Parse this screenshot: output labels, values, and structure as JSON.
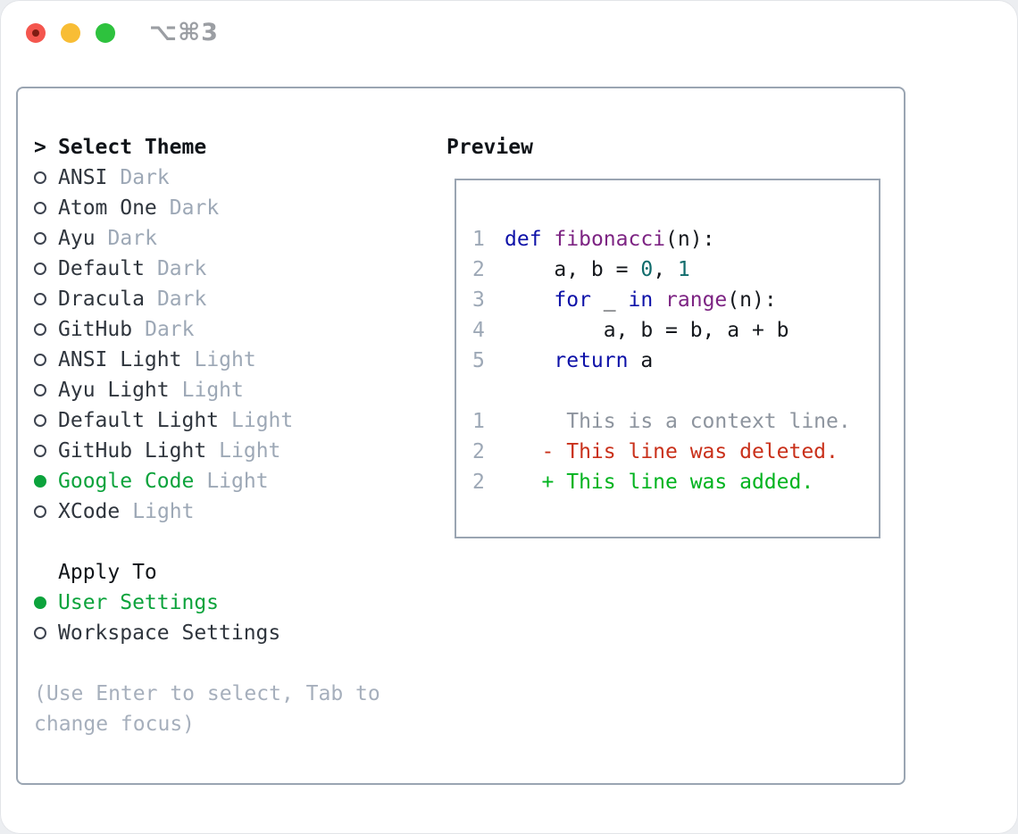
{
  "window": {
    "shortcut": "⌥⌘3"
  },
  "colors": {
    "accent": "#0ca33c",
    "border": "#9aa5b2",
    "text": "#2f353d",
    "muted": "#9da8b6",
    "help": "#a6afbc",
    "kwd": "#0e12a8",
    "typ": "#7d2483",
    "lit": "#116c6c",
    "pln": "#15181d",
    "ctx": "#8d949e",
    "del": "#c9301a",
    "add": "#00b31e",
    "tl-red": "#f4564e",
    "tl-red-dot": "#7f1c12",
    "tl-yellow": "#f8bd35",
    "tl-green": "#2ec23e"
  },
  "theme_panel": {
    "cursor": ">",
    "title": "Select Theme",
    "themes": [
      {
        "name": "ANSI",
        "variant": "Dark",
        "selected": false
      },
      {
        "name": "Atom One",
        "variant": "Dark",
        "selected": false
      },
      {
        "name": "Ayu",
        "variant": "Dark",
        "selected": false
      },
      {
        "name": "Default",
        "variant": "Dark",
        "selected": false
      },
      {
        "name": "Dracula",
        "variant": "Dark",
        "selected": false
      },
      {
        "name": "GitHub",
        "variant": "Dark",
        "selected": false
      },
      {
        "name": "ANSI Light",
        "variant": "Light",
        "selected": false
      },
      {
        "name": "Ayu Light",
        "variant": "Light",
        "selected": false
      },
      {
        "name": "Default Light",
        "variant": "Light",
        "selected": false
      },
      {
        "name": "GitHub Light",
        "variant": "Light",
        "selected": false
      },
      {
        "name": "Google Code",
        "variant": "Light",
        "selected": true
      },
      {
        "name": "XCode",
        "variant": "Light",
        "selected": false
      }
    ],
    "apply_to": {
      "title": "Apply To",
      "options": [
        {
          "label": "User Settings",
          "selected": true
        },
        {
          "label": "Workspace Settings",
          "selected": false
        }
      ]
    },
    "help_lines": [
      "(Use Enter to select, Tab to",
      "change focus)"
    ]
  },
  "preview": {
    "title": "Preview",
    "code": [
      {
        "num": "1",
        "tokens": [
          {
            "c": "kwd",
            "t": "def"
          },
          {
            "c": "pln",
            "t": " "
          },
          {
            "c": "typ",
            "t": "fibonacci"
          },
          {
            "c": "pln",
            "t": "(n):"
          }
        ]
      },
      {
        "num": "2",
        "tokens": [
          {
            "c": "pln",
            "t": "    a, b = "
          },
          {
            "c": "lit",
            "t": "0"
          },
          {
            "c": "pln",
            "t": ", "
          },
          {
            "c": "lit",
            "t": "1"
          }
        ]
      },
      {
        "num": "3",
        "tokens": [
          {
            "c": "pln",
            "t": "    "
          },
          {
            "c": "kwd",
            "t": "for"
          },
          {
            "c": "pln",
            "t": " _ "
          },
          {
            "c": "kwd",
            "t": "in"
          },
          {
            "c": "pln",
            "t": " "
          },
          {
            "c": "typ",
            "t": "range"
          },
          {
            "c": "pln",
            "t": "(n):"
          }
        ]
      },
      {
        "num": "4",
        "tokens": [
          {
            "c": "pln",
            "t": "        a, b = b, a + b"
          }
        ]
      },
      {
        "num": "5",
        "tokens": [
          {
            "c": "pln",
            "t": "    "
          },
          {
            "c": "kwd",
            "t": "return"
          },
          {
            "c": "pln",
            "t": " a"
          }
        ]
      }
    ],
    "diff": [
      {
        "num": "1",
        "kind": "ctx",
        "text": "     This is a context line."
      },
      {
        "num": "2",
        "kind": "del",
        "text": "   - This line was deleted."
      },
      {
        "num": "2",
        "kind": "add",
        "text": "   + This line was added."
      }
    ]
  }
}
